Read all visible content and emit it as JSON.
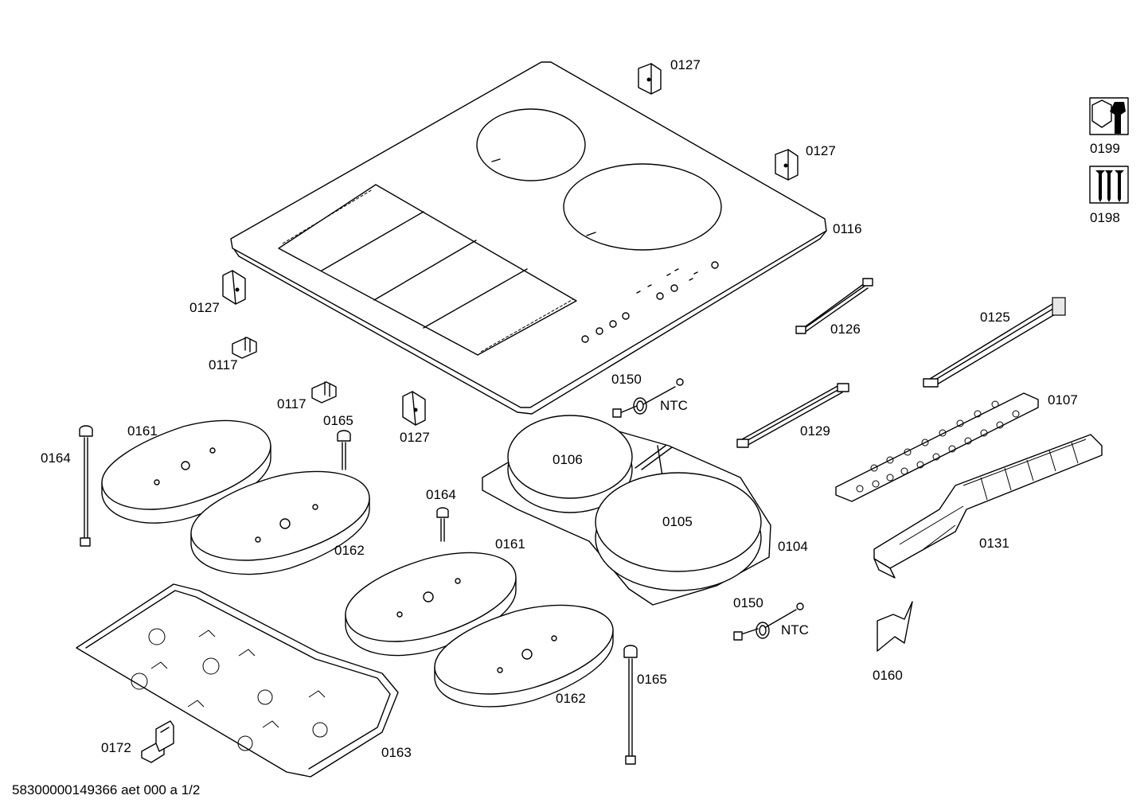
{
  "footer": "58300000149366 aet 000 a 1/2",
  "icons": {
    "service": {
      "name": "wrench-nut-icon",
      "code": "0199"
    },
    "screws": {
      "name": "screws-icon",
      "code": "0198"
    }
  },
  "labels": {
    "p0127a": "0127",
    "p0127b": "0127",
    "p0127c": "0127",
    "p0127d": "0127",
    "p0116": "0116",
    "p0117a": "0117",
    "p0117b": "0117",
    "p0126": "0126",
    "p0125": "0125",
    "p0107": "0107",
    "p0129": "0129",
    "p0150a": "0150",
    "ntc_a": "NTC",
    "p0150b": "0150",
    "ntc_b": "NTC",
    "p0106": "0106",
    "p0105": "0105",
    "p0104": "0104",
    "p0131": "0131",
    "p0160": "0160",
    "p0161a": "0161",
    "p0161b": "0161",
    "p0162a": "0162",
    "p0162b": "0162",
    "p0164a": "0164",
    "p0164b": "0164",
    "p0165a": "0165",
    "p0165b": "0165",
    "p0163": "0163",
    "p0172": "0172"
  }
}
